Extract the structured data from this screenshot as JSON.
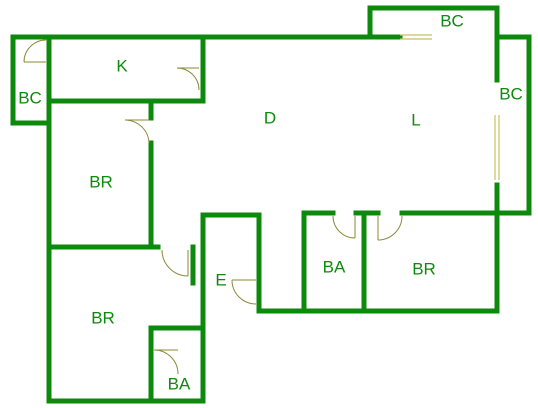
{
  "rooms": [
    {
      "id": "bc-top",
      "label": "BC"
    },
    {
      "id": "k",
      "label": "K"
    },
    {
      "id": "bc-left",
      "label": "BC"
    },
    {
      "id": "d",
      "label": "D"
    },
    {
      "id": "l",
      "label": "L"
    },
    {
      "id": "bc-right",
      "label": "BC"
    },
    {
      "id": "br-1",
      "label": "BR"
    },
    {
      "id": "e",
      "label": "E"
    },
    {
      "id": "ba-1",
      "label": "BA"
    },
    {
      "id": "br-2",
      "label": "BR"
    },
    {
      "id": "br-3",
      "label": "BR"
    },
    {
      "id": "ba-2",
      "label": "BA"
    }
  ],
  "colors": {
    "wall": "#0d8a0d",
    "label": "#0d8a0d",
    "door": "#8a8a3a",
    "window": "#c8c060",
    "background": "#ffffff"
  }
}
